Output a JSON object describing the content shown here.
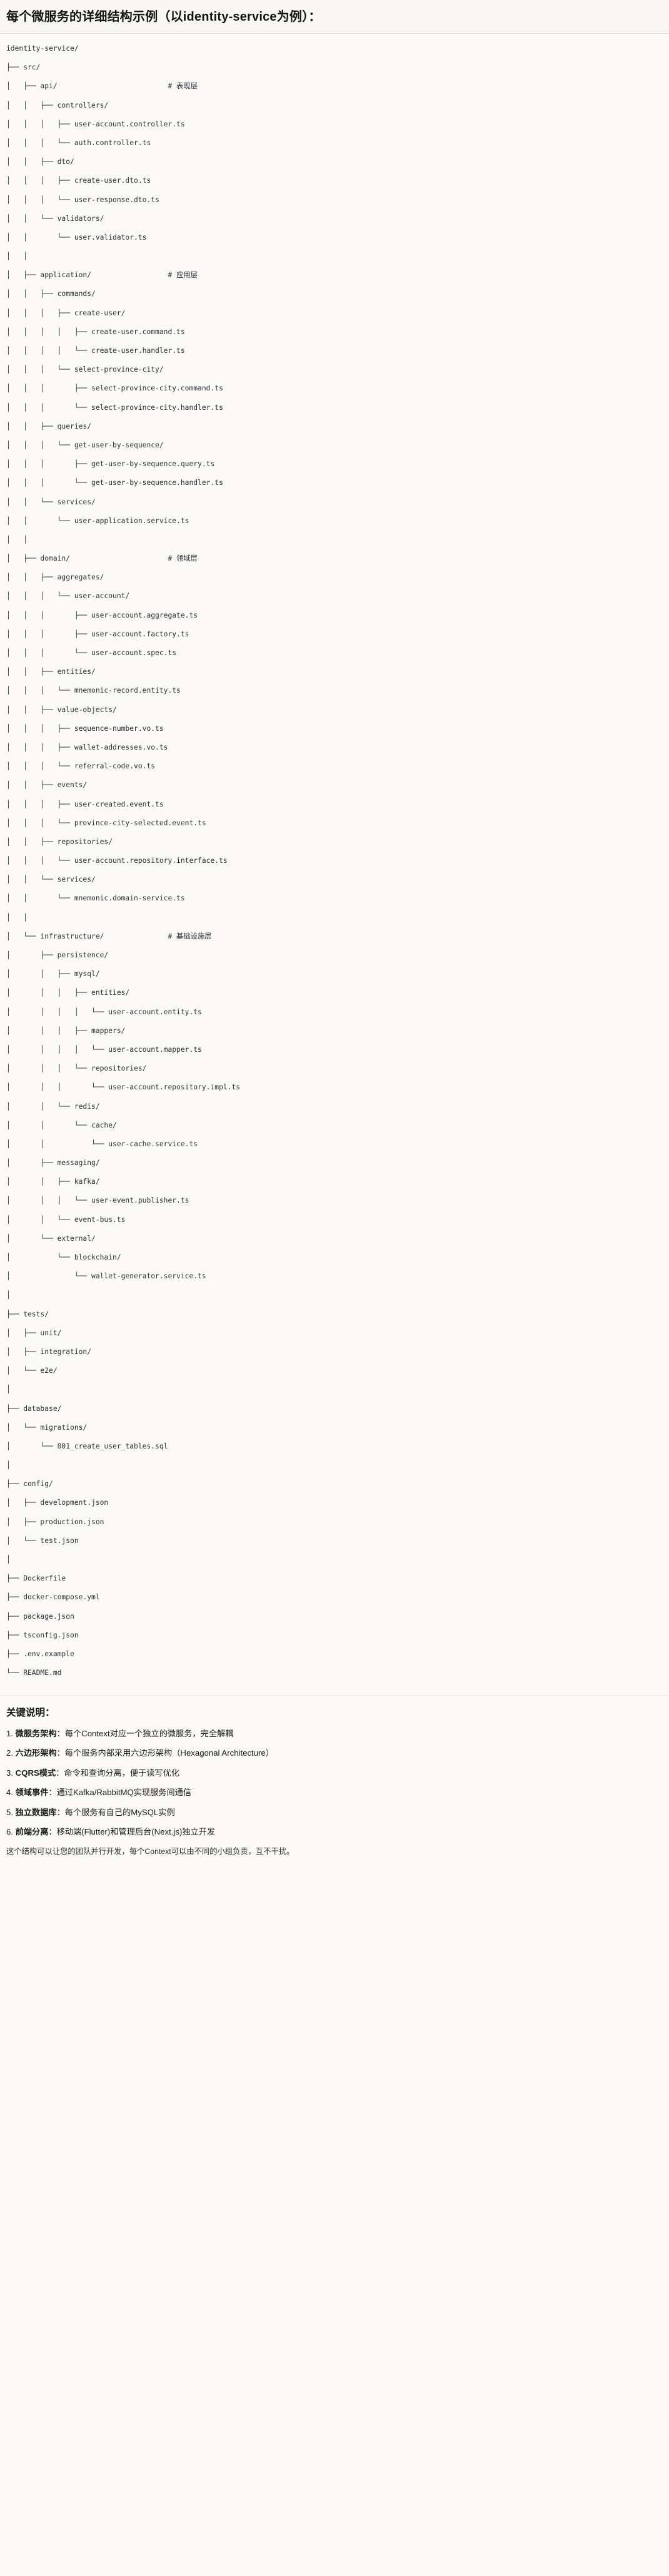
{
  "header": {
    "title": "每个微服务的详细结构示例（以identity-service为例）："
  },
  "tree": {
    "comments": {
      "api": "# 表现层",
      "application": "# 应用层",
      "domain": "# 领域层",
      "infrastructure": "# 基础设施层"
    },
    "lines": [
      "identity-service/",
      "├── src/",
      "│   ├── api/                          # 表现层",
      "│   │   ├── controllers/",
      "│   │   │   ├── user-account.controller.ts",
      "│   │   │   └── auth.controller.ts",
      "│   │   ├── dto/",
      "│   │   │   ├── create-user.dto.ts",
      "│   │   │   └── user-response.dto.ts",
      "│   │   └── validators/",
      "│   │       └── user.validator.ts",
      "│   │",
      "│   ├── application/                  # 应用层",
      "│   │   ├── commands/",
      "│   │   │   ├── create-user/",
      "│   │   │   │   ├── create-user.command.ts",
      "│   │   │   │   └── create-user.handler.ts",
      "│   │   │   └── select-province-city/",
      "│   │   │       ├── select-province-city.command.ts",
      "│   │   │       └── select-province-city.handler.ts",
      "│   │   ├── queries/",
      "│   │   │   └── get-user-by-sequence/",
      "│   │   │       ├── get-user-by-sequence.query.ts",
      "│   │   │       └── get-user-by-sequence.handler.ts",
      "│   │   └── services/",
      "│   │       └── user-application.service.ts",
      "│   │",
      "│   ├── domain/                       # 领域层",
      "│   │   ├── aggregates/",
      "│   │   │   └── user-account/",
      "│   │   │       ├── user-account.aggregate.ts",
      "│   │   │       ├── user-account.factory.ts",
      "│   │   │       └── user-account.spec.ts",
      "│   │   ├── entities/",
      "│   │   │   └── mnemonic-record.entity.ts",
      "│   │   ├── value-objects/",
      "│   │   │   ├── sequence-number.vo.ts",
      "│   │   │   ├── wallet-addresses.vo.ts",
      "│   │   │   └── referral-code.vo.ts",
      "│   │   ├── events/",
      "│   │   │   ├── user-created.event.ts",
      "│   │   │   └── province-city-selected.event.ts",
      "│   │   ├── repositories/",
      "│   │   │   └── user-account.repository.interface.ts",
      "│   │   └── services/",
      "│   │       └── mnemonic.domain-service.ts",
      "│   │",
      "│   └── infrastructure/               # 基础设施层",
      "│       ├── persistence/",
      "│       │   ├── mysql/",
      "│       │   │   ├── entities/",
      "│       │   │   │   └── user-account.entity.ts",
      "│       │   │   ├── mappers/",
      "│       │   │   │   └── user-account.mapper.ts",
      "│       │   │   └── repositories/",
      "│       │   │       └── user-account.repository.impl.ts",
      "│       │   └── redis/",
      "│       │       └── cache/",
      "│       │           └── user-cache.service.ts",
      "│       ├── messaging/",
      "│       │   ├── kafka/",
      "│       │   │   └── user-event.publisher.ts",
      "│       │   └── event-bus.ts",
      "│       └── external/",
      "│           └── blockchain/",
      "│               └── wallet-generator.service.ts",
      "│",
      "├── tests/",
      "│   ├── unit/",
      "│   ├── integration/",
      "│   └── e2e/",
      "│",
      "├── database/",
      "│   └── migrations/",
      "│       └── 001_create_user_tables.sql",
      "│",
      "├── config/",
      "│   ├── development.json",
      "│   ├── production.json",
      "│   └── test.json",
      "│",
      "├── Dockerfile",
      "├── docker-compose.yml",
      "├── package.json",
      "├── tsconfig.json",
      "├── .env.example",
      "└── README.md"
    ]
  },
  "notes": {
    "title": "关键说明：",
    "items": [
      {
        "num": "1.",
        "term": "微服务架构",
        "sep": "：",
        "desc": "每个Context对应一个独立的微服务，完全解耦"
      },
      {
        "num": "2.",
        "term": "六边形架构",
        "sep": "：",
        "desc": "每个服务内部采用六边形架构（Hexagonal Architecture）"
      },
      {
        "num": "3.",
        "term": "CQRS模式",
        "sep": "：",
        "desc": "命令和查询分离，便于读写优化"
      },
      {
        "num": "4.",
        "term": "领域事件",
        "sep": "：",
        "desc": "通过Kafka/RabbitMQ实现服务间通信"
      },
      {
        "num": "5.",
        "term": "独立数据库",
        "sep": "：",
        "desc": "每个服务有自己的MySQL实例"
      },
      {
        "num": "6.",
        "term": "前端分离",
        "sep": "：",
        "desc": "移动端(Flutter)和管理后台(Next.js)独立开发"
      }
    ],
    "closing": "这个结构可以让您的团队并行开发，每个Context可以由不同的小组负责，互不干扰。"
  }
}
